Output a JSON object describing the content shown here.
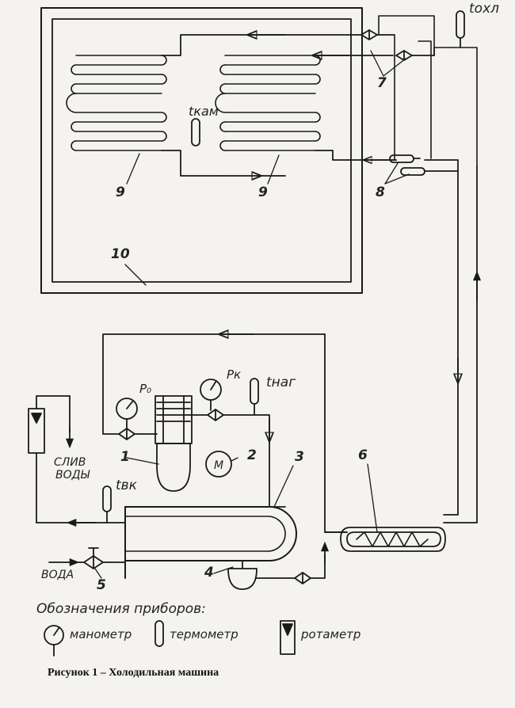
{
  "labels": {
    "t_ohl": "tохл",
    "t_kam": "tкам",
    "t_nag": "tнаг",
    "t_vk": "tвк",
    "p0": "P₀",
    "pk": "Pк",
    "sliv_line1": "СЛИВ",
    "sliv_line2": "ВОДЫ",
    "voda": "ВОДА",
    "motor": "М"
  },
  "numbers": {
    "n1": "1",
    "n2": "2",
    "n3": "3",
    "n4": "4",
    "n5": "5",
    "n6": "6",
    "n7": "7",
    "n8": "8",
    "n9a": "9",
    "n9b": "9",
    "n10": "10"
  },
  "legend": {
    "title": "Обозначения приборов:",
    "manometer": "манометр",
    "thermometer": "термометр",
    "rotameter": "ротаметр"
  },
  "caption": "Рисунок 1 – Холодильная машина",
  "colors": {
    "ink": "#1a1a1a",
    "paper": "#f4f3ef"
  }
}
